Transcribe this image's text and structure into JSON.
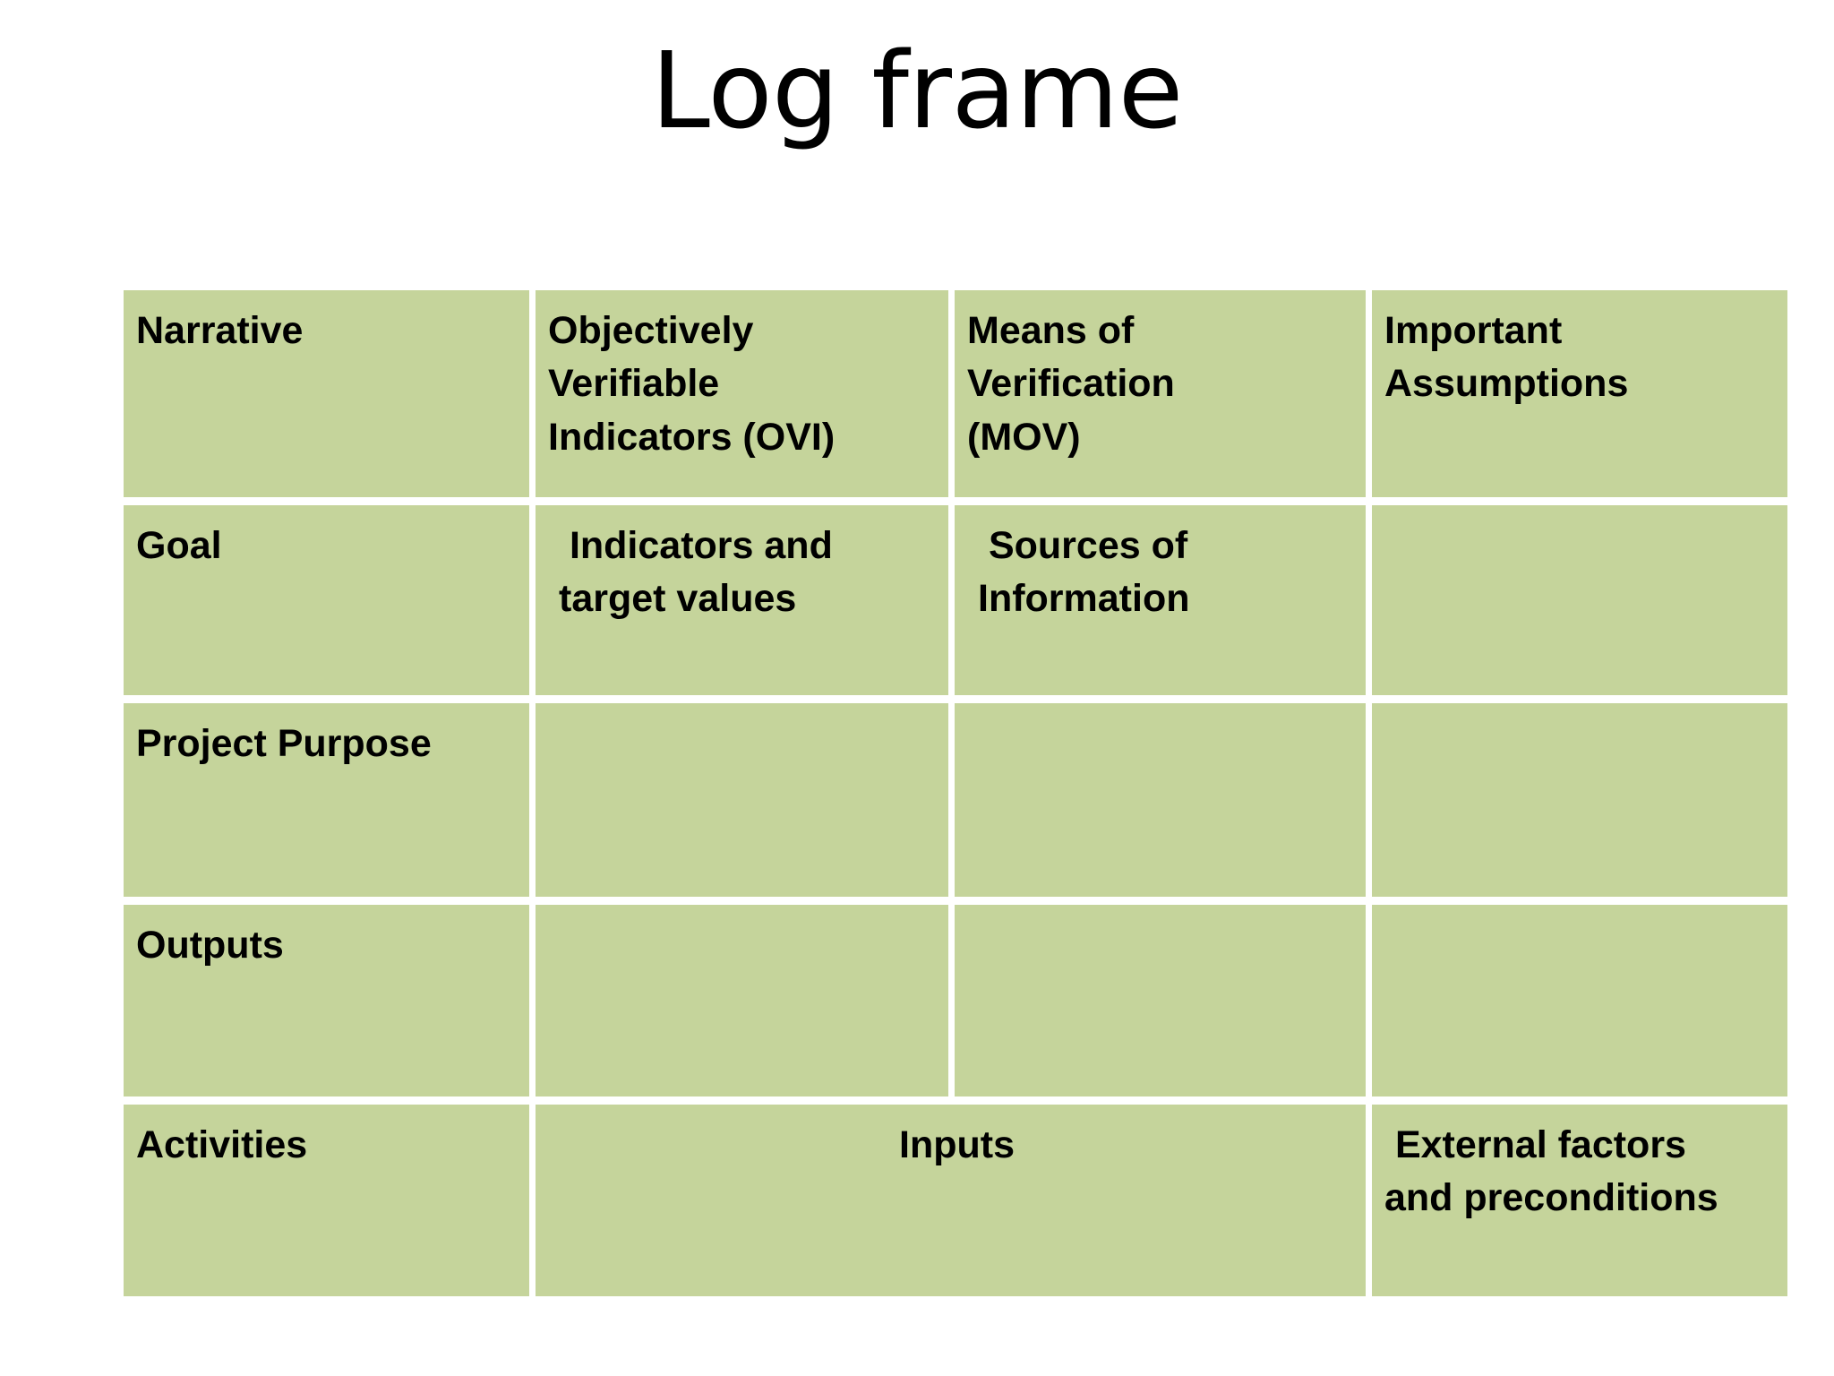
{
  "slide": {
    "title": "Log frame",
    "background_color": "#FFFFFF",
    "table_cell_color": "#C5D49B",
    "text_color": "#000000"
  },
  "table": {
    "columns": [
      "Narrative",
      "Objectively Verifiable Indicators (OVI)",
      "Means of Verification (MOV)",
      "Important Assumptions"
    ],
    "header": {
      "col1": "Narrative",
      "col2": "Objectively\nVerifiable\nIndicators (OVI)",
      "col3": "Means of\nVerification\n(MOV)",
      "col4": "Important\nAssumptions"
    },
    "rows": [
      {
        "narrative": "Goal",
        "ovi": " Indicators and\ntarget values",
        "mov": " Sources of\nInformation",
        "assumptions": ""
      },
      {
        "narrative": "Project Purpose",
        "ovi": "",
        "mov": "",
        "assumptions": ""
      },
      {
        "narrative": "Outputs",
        "ovi": "",
        "mov": "",
        "assumptions": ""
      },
      {
        "narrative": "Activities",
        "inputs": "Inputs",
        "assumptions": " External factors\nand preconditions"
      }
    ]
  }
}
